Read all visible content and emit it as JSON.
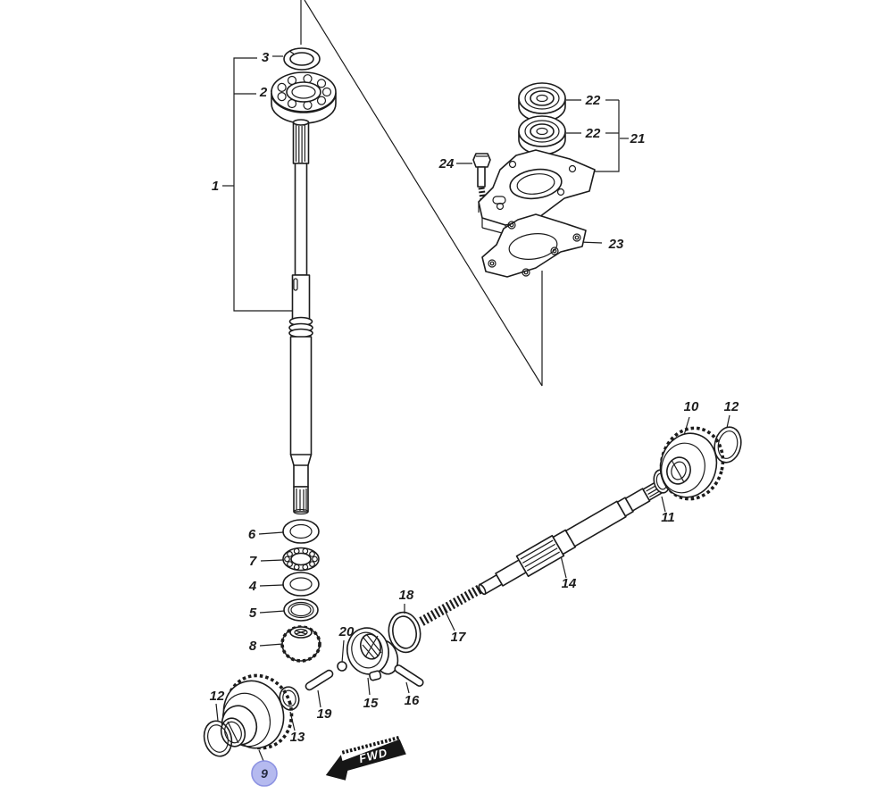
{
  "diagram": {
    "type": "exploded-parts-diagram",
    "background": "#ffffff",
    "line_color": "#1c1c1c",
    "highlight": {
      "fill": "#b5baef",
      "stroke": "#8d93e2",
      "text_color": "#252b40"
    },
    "direction_label": "FWD",
    "callouts": [
      {
        "text": "1"
      },
      {
        "text": "2"
      },
      {
        "text": "3"
      },
      {
        "text": "4"
      },
      {
        "text": "5"
      },
      {
        "text": "6"
      },
      {
        "text": "7"
      },
      {
        "text": "8"
      },
      {
        "text": "9"
      },
      {
        "text": "10"
      },
      {
        "text": "11"
      },
      {
        "text": "12"
      },
      {
        "text": "12"
      },
      {
        "text": "13"
      },
      {
        "text": "14"
      },
      {
        "text": "15"
      },
      {
        "text": "16"
      },
      {
        "text": "17"
      },
      {
        "text": "18"
      },
      {
        "text": "19"
      },
      {
        "text": "20"
      },
      {
        "text": "21"
      },
      {
        "text": "22"
      },
      {
        "text": "22"
      },
      {
        "text": "23"
      },
      {
        "text": "24"
      }
    ]
  }
}
